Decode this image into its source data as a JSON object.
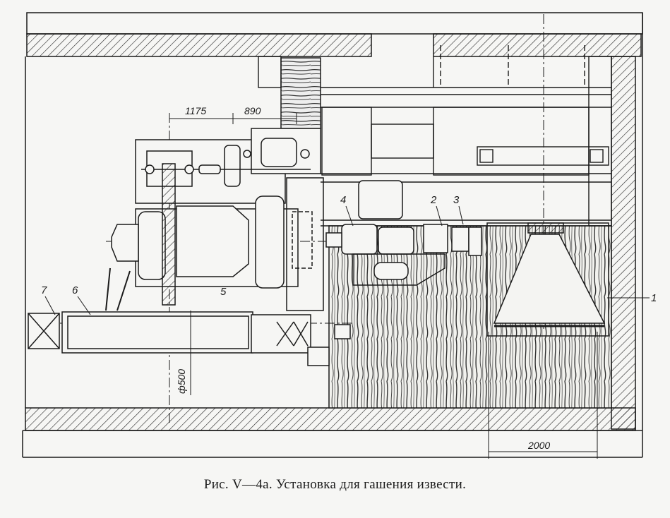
{
  "figure": {
    "caption": "Рис. V—4а. Установка для гашения извести.",
    "dimensions": {
      "d1": "1175",
      "d2": "890",
      "diameter": "ф500",
      "width": "2000"
    },
    "labels": {
      "n1": "1",
      "n2": "2",
      "n3": "3",
      "n4": "4",
      "n5": "5",
      "n6": "6",
      "n7": "7"
    }
  }
}
